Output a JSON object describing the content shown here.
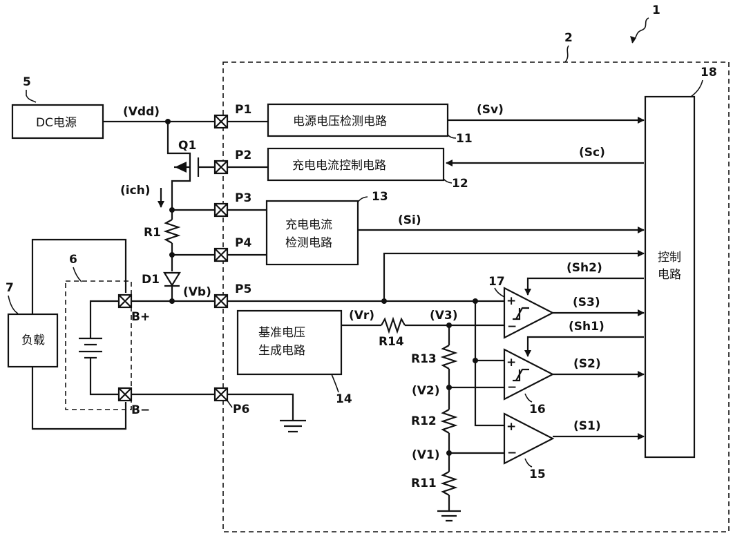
{
  "labels": {
    "fig_ref_1": "1",
    "fig_ref_2": "2",
    "dc_source_num": "5",
    "dc_source": "DC电源",
    "battery_num": "6",
    "load_num": "7",
    "load": "负载",
    "vdd": "(Vdd)",
    "q1": "Q1",
    "ich": "(ich)",
    "r1": "R1",
    "d1": "D1",
    "vb": "(Vb)",
    "b_plus": "B+",
    "b_minus": "B−",
    "p1": "P1",
    "p2": "P2",
    "p3": "P3",
    "p4": "P4",
    "p5": "P5",
    "p6": "P6",
    "block11": "电源电压检测电路",
    "block11_num": "11",
    "block12": "充电电流控制电路",
    "block12_num": "12",
    "block13_line1": "充电电流",
    "block13_line2": "检测电路",
    "block13_num": "13",
    "block14_line1": "基准电压",
    "block14_line2": "生成电路",
    "block14_num": "14",
    "block18_line1": "控制",
    "block18_line2": "电路",
    "block18_num": "18",
    "sv": "(Sv)",
    "sc": "(Sc)",
    "si": "(Si)",
    "sh2": "(Sh2)",
    "sh1": "(Sh1)",
    "s3": "(S3)",
    "s2": "(S2)",
    "s1": "(S1)",
    "vr": "(Vr)",
    "v3": "(V3)",
    "v2": "(V2)",
    "v1": "(V1)",
    "r14": "R14",
    "r13": "R13",
    "r12": "R12",
    "r11": "R11",
    "comp17": "17",
    "comp16": "16",
    "comp15": "15",
    "plus": "+",
    "minus": "−"
  }
}
